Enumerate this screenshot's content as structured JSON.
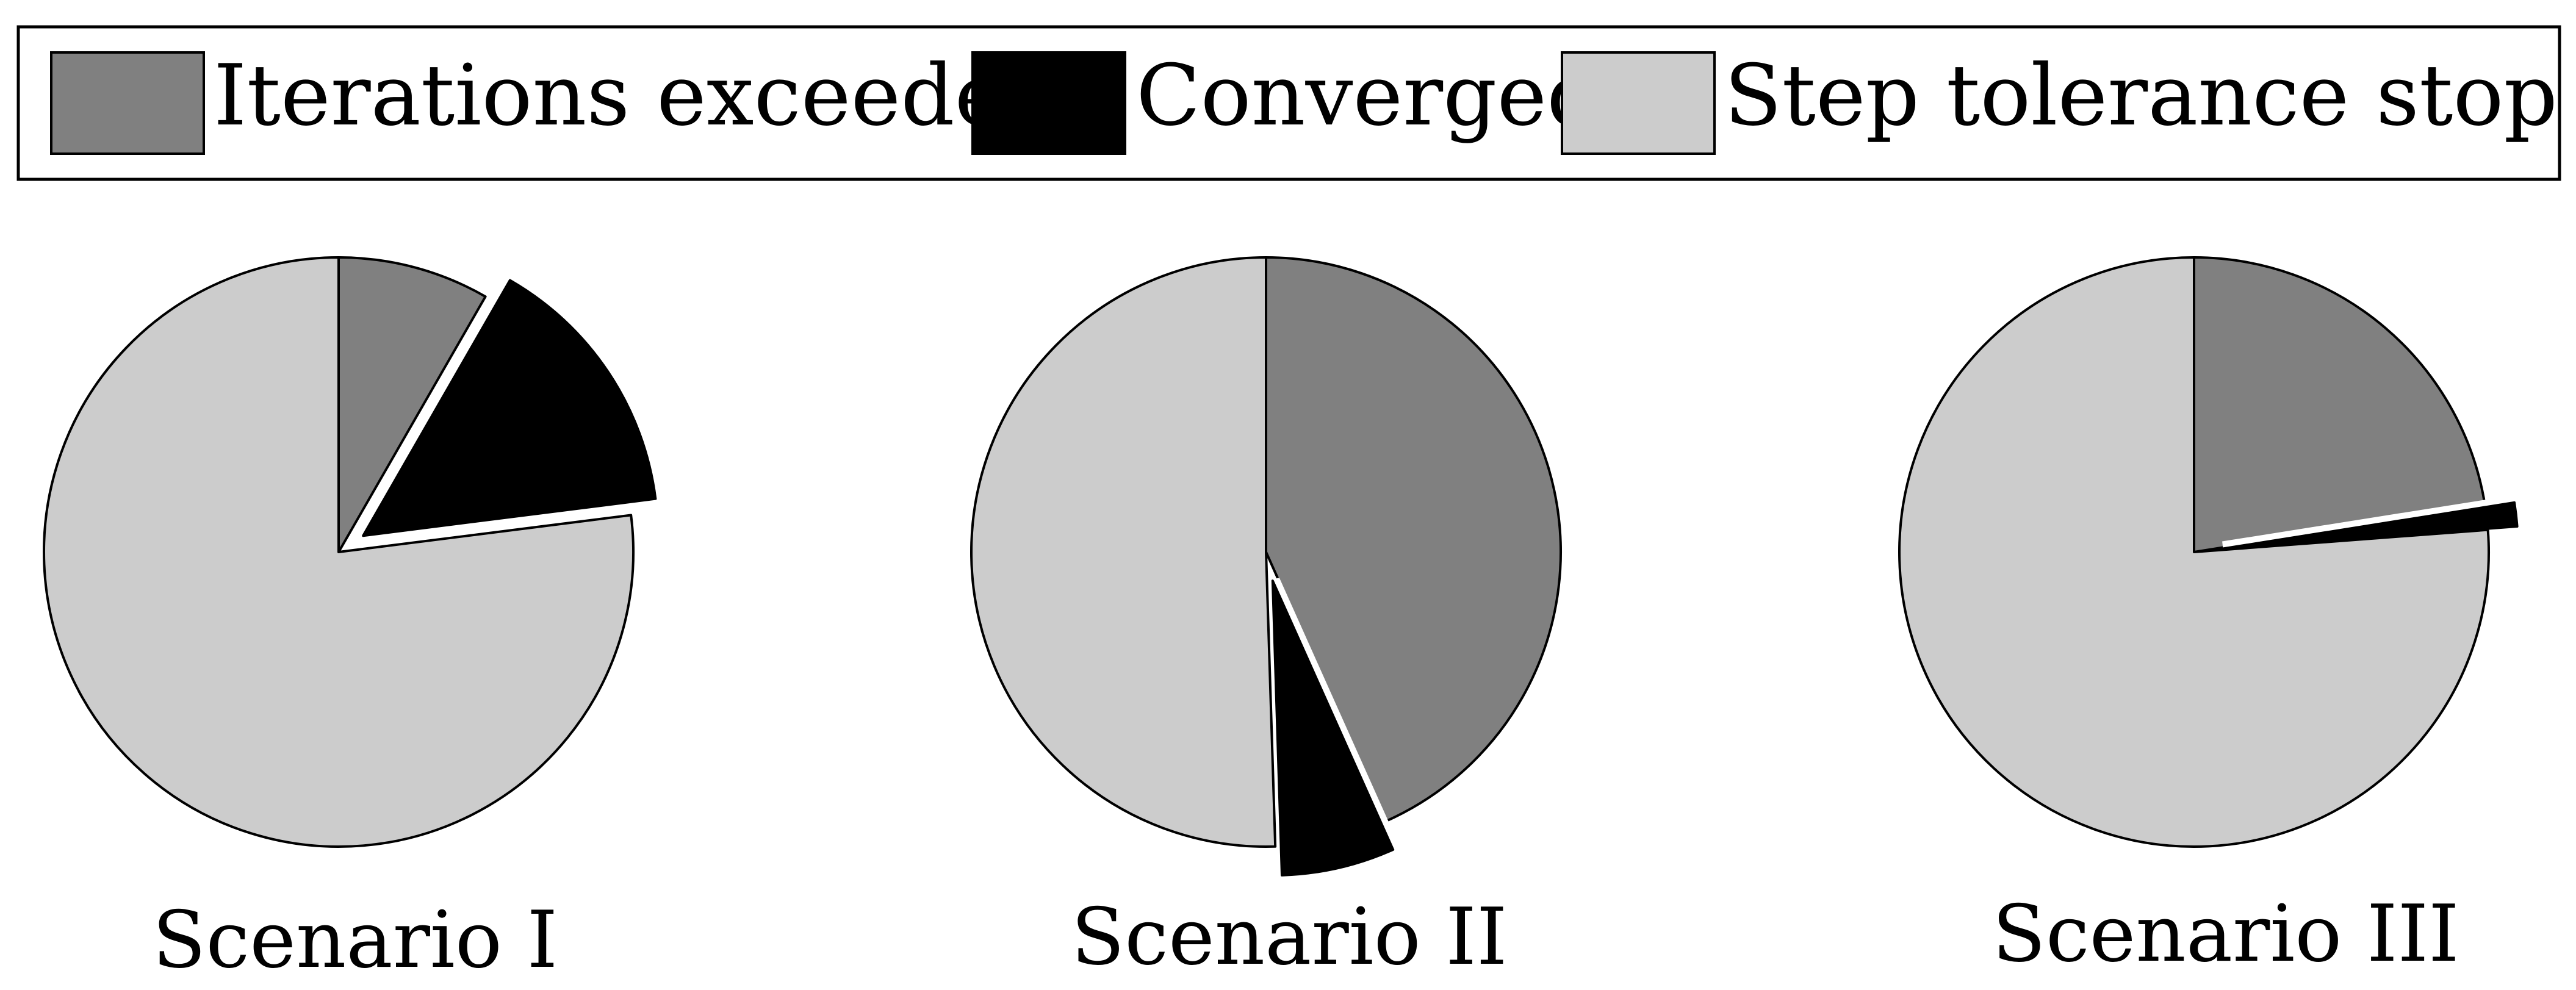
{
  "chart_data": {
    "type": "pie",
    "legend": {
      "position": "top",
      "entries": [
        {
          "label": "Iterations exceeded",
          "color": "#808080"
        },
        {
          "label": "Converged",
          "color": "#000000"
        },
        {
          "label": "Step tolerance stop",
          "color": "#cccccc"
        }
      ]
    },
    "charts": [
      {
        "title": "Scenario I",
        "slices": [
          {
            "label": "Iterations exceeded",
            "value": 8.3,
            "color": "#808080"
          },
          {
            "label": "Converged",
            "value": 14.7,
            "color": "#000000",
            "exploded": true
          },
          {
            "label": "Step tolerance stop",
            "value": 77.0,
            "color": "#cccccc"
          }
        ]
      },
      {
        "title": "Scenario II",
        "slices": [
          {
            "label": "Iterations exceeded",
            "value": 43.3,
            "color": "#808080"
          },
          {
            "label": "Converged",
            "value": 6.2,
            "color": "#000000",
            "exploded": true
          },
          {
            "label": "Step tolerance stop",
            "value": 50.5,
            "color": "#cccccc"
          }
        ]
      },
      {
        "title": "Scenario III",
        "slices": [
          {
            "label": "Iterations exceeded",
            "value": 22.5,
            "color": "#808080"
          },
          {
            "label": "Converged",
            "value": 1.3,
            "color": "#000000",
            "exploded": true
          },
          {
            "label": "Step tolerance stop",
            "value": 76.2,
            "color": "#cccccc"
          }
        ]
      }
    ]
  }
}
